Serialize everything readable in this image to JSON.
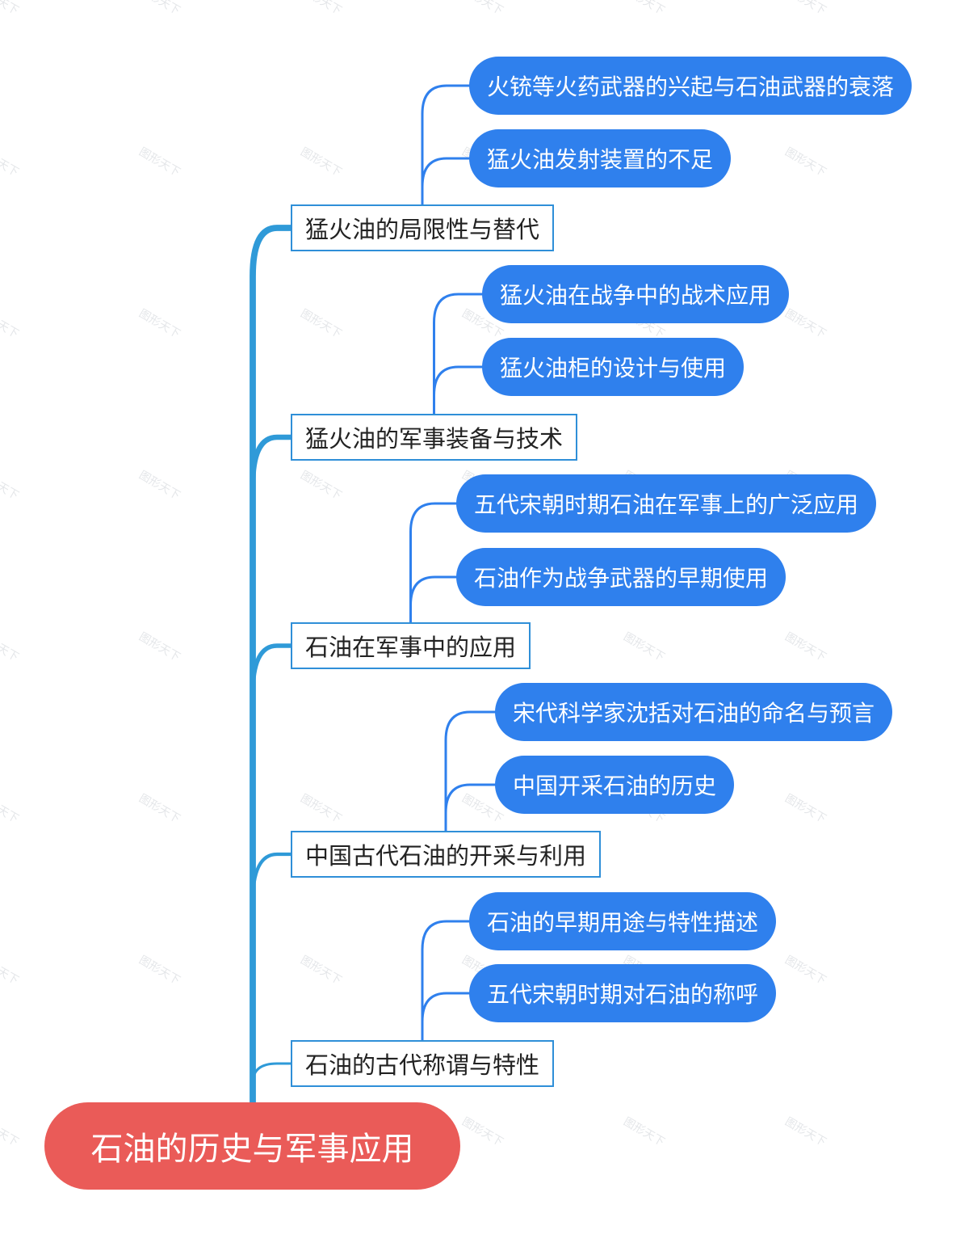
{
  "colors": {
    "root_fill": "#ea5b58",
    "branch_border": "#2f8fd8",
    "leaf_fill": "#2f80ed",
    "trunk_line": "#2f9ad8",
    "leaf_line": "#2f80ed"
  },
  "watermark_text": "图形天下",
  "root": {
    "label": "石油的历史与军事应用"
  },
  "branches": [
    {
      "label": "猛火油的局限性与替代",
      "leaves": [
        "火铳等火药武器的兴起与石油武器的衰落",
        "猛火油发射装置的不足"
      ]
    },
    {
      "label": "猛火油的军事装备与技术",
      "leaves": [
        "猛火油在战争中的战术应用",
        "猛火油柜的设计与使用"
      ]
    },
    {
      "label": "石油在军事中的应用",
      "leaves": [
        "五代宋朝时期石油在军事上的广泛应用",
        "石油作为战争武器的早期使用"
      ]
    },
    {
      "label": "中国古代石油的开采与利用",
      "leaves": [
        "宋代科学家沈括对石油的命名与预言",
        "中国开采石油的历史"
      ]
    },
    {
      "label": "石油的古代称谓与特性",
      "leaves": [
        "石油的早期用途与特性描述",
        "五代宋朝时期对石油的称呼"
      ]
    }
  ]
}
